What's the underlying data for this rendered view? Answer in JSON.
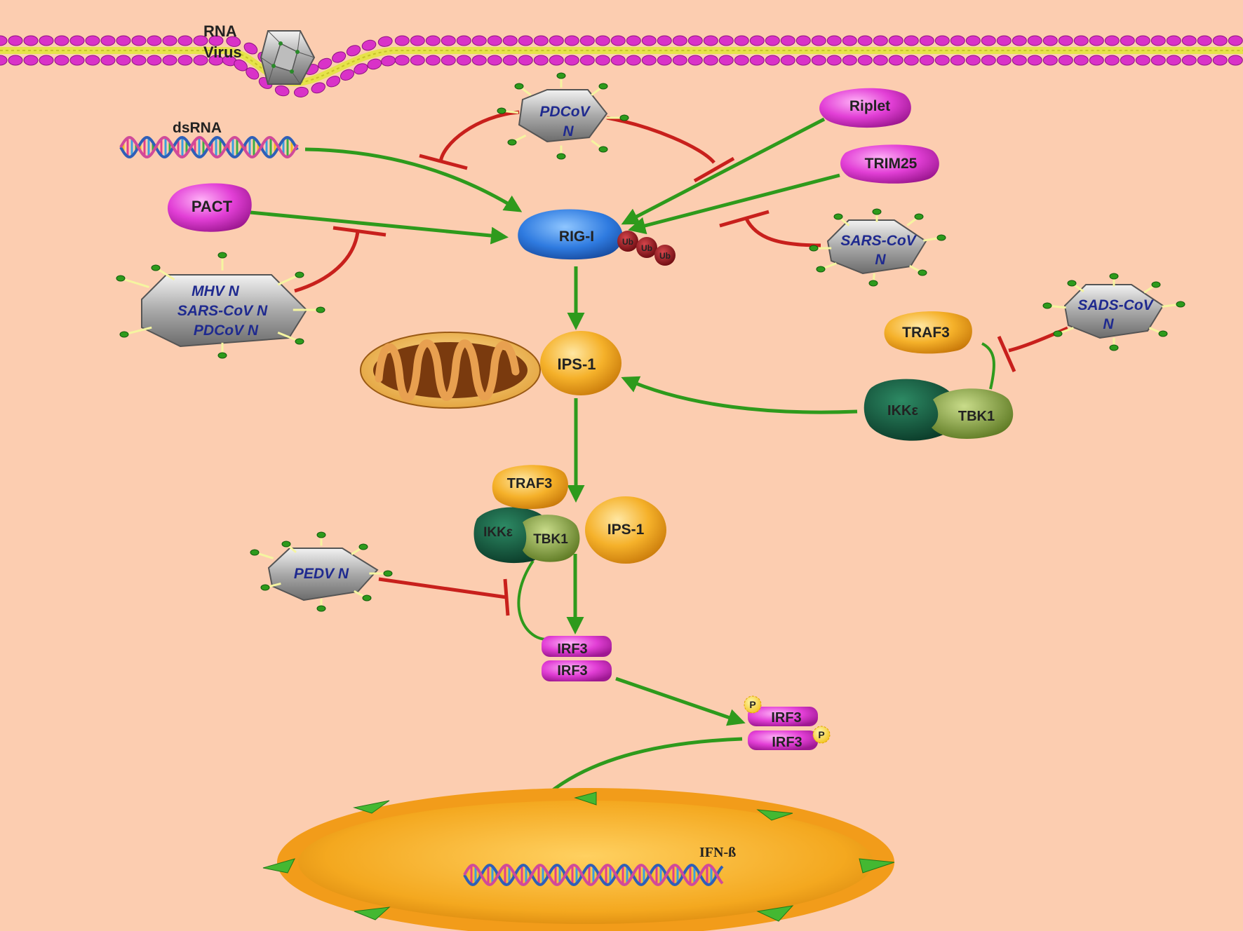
{
  "labels": {
    "rna_virus": [
      "RNA",
      "Virus"
    ],
    "dsrna": "dsRNA",
    "pact": "PACT",
    "rig_i": "RIG-I",
    "ub": "Ub",
    "riplet": "Riplet",
    "trim25": "TRIM25",
    "ips1_top": "IPS-1",
    "ips1_complex": "IPS-1",
    "traf3_right": "TRAF3",
    "ikke_right": "IKKε",
    "tbk1_right": "TBK1",
    "traf3_complex": "TRAF3",
    "ikke_complex": "IKKε",
    "tbk1_complex": "TBK1",
    "irf3_a": "IRF3",
    "irf3_b": "IRF3",
    "irf3_p_a": "IRF3",
    "irf3_p_b": "IRF3",
    "p": "P",
    "ifn_b": "IFN-ß"
  },
  "viral_proteins": {
    "pdcov_top": [
      "PDCoV",
      "N"
    ],
    "sars_cov_right": [
      "SARS-CoV",
      "N"
    ],
    "left_group": [
      "MHV N",
      "SARS-CoV N",
      "PDCoV N"
    ],
    "sads_cov": [
      "SADS-CoV",
      "N"
    ],
    "pedv": [
      "PEDV N"
    ]
  },
  "colors": {
    "background": "#fccdb0",
    "activation_arrow": "#2e9a1c",
    "inhibition": "#c8201c",
    "pink_protein": "#e23fd6",
    "orange_protein": "#f5a623",
    "rig_i": "#2f7be0",
    "ub": "#8a0f14",
    "viral_text": "#1f2a8f"
  }
}
